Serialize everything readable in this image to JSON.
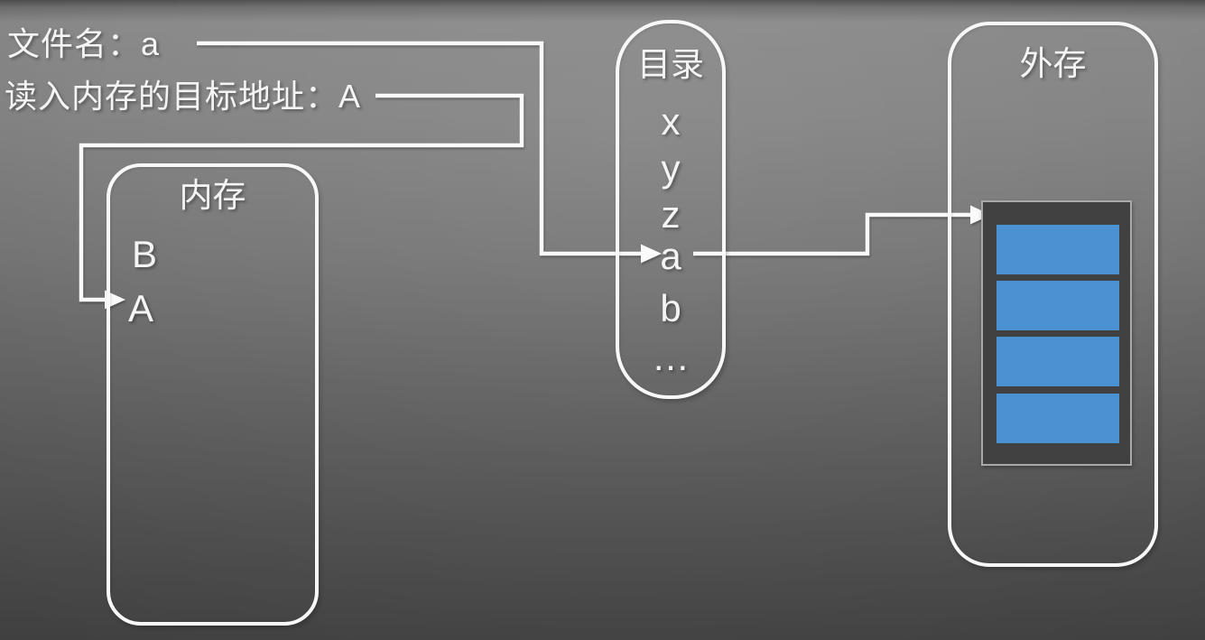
{
  "diagram": {
    "annotations": {
      "filename": "文件名：a",
      "target_address": "读入内存的目标地址：A"
    },
    "memory": {
      "title": "内存",
      "items": [
        "B",
        "A"
      ]
    },
    "directory": {
      "title": "目录",
      "entries": [
        "x",
        "y",
        "z",
        "a",
        "b",
        "…"
      ]
    },
    "storage": {
      "title": "外存",
      "block_count": 4
    },
    "colors": {
      "block_blue": "#4a92d2",
      "wire_white": "#fafafa",
      "panel_bg": "#414141",
      "panel_border": "#a9a9a9"
    }
  }
}
